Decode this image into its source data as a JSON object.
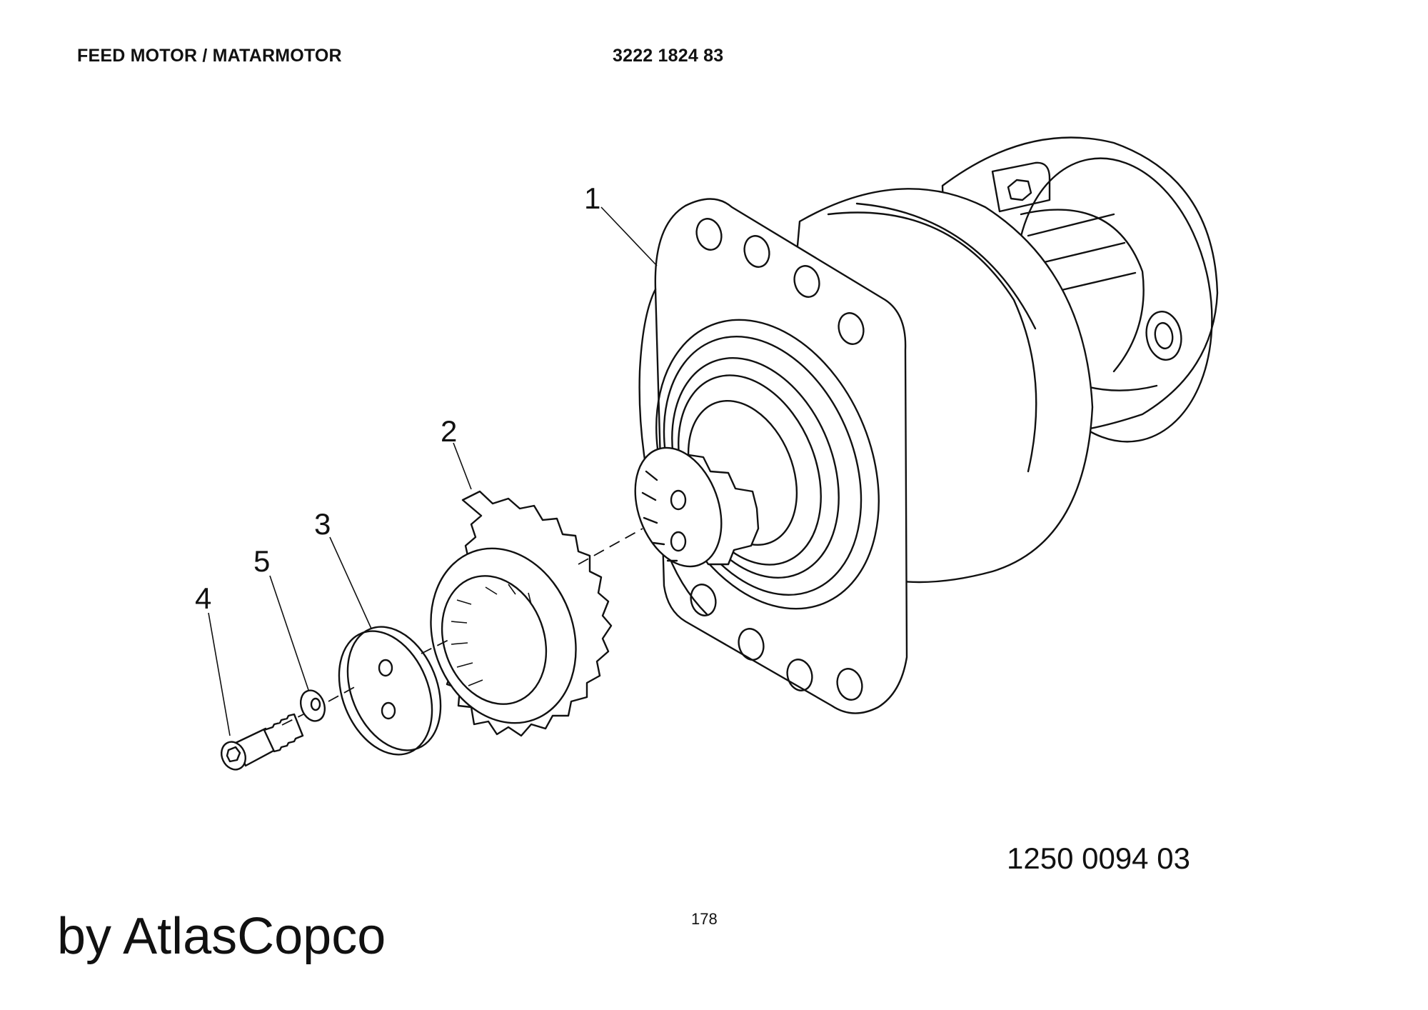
{
  "header": {
    "title": "FEED MOTOR / MATARMOTOR",
    "document_number": "3222 1824 83"
  },
  "callouts": [
    "1",
    "2",
    "3",
    "4",
    "5"
  ],
  "footer": {
    "figure_number": "1250 0094 03",
    "page_number": "178",
    "brand": "by AtlasCopco"
  },
  "colors": {
    "ink": "#111111",
    "paper": "#ffffff"
  }
}
